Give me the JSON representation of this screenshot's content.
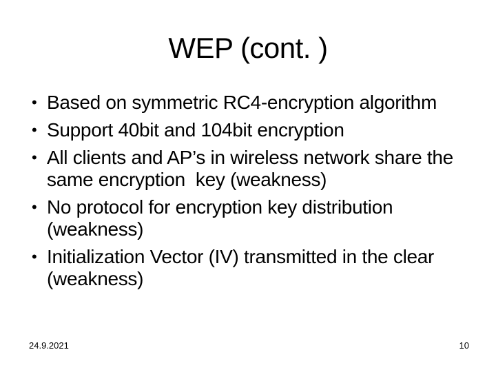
{
  "slide": {
    "title": "WEP (cont. )",
    "bullet_char": "•",
    "bullets": [
      {
        "lines": [
          "Based on symmetric RC4-encryption algorithm"
        ]
      },
      {
        "lines": [
          "Support 40bit and 104bit encryption"
        ]
      },
      {
        "lines": [
          "All clients and AP’s in wireless network share the",
          "same encryption  key (weakness)"
        ]
      },
      {
        "lines": [
          "No protocol for encryption key distribution",
          "(weakness)"
        ]
      },
      {
        "lines": [
          "Initialization Vector (IV) transmitted in the clear",
          "(weakness)"
        ]
      }
    ],
    "footer": {
      "date": "24.9.2021",
      "page_number": "10"
    }
  }
}
